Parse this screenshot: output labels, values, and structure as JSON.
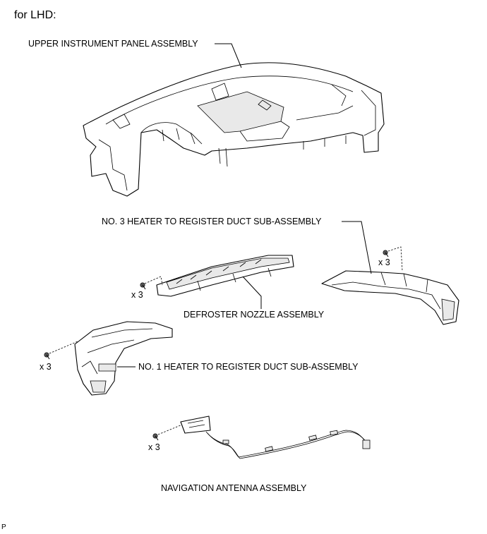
{
  "header": {
    "text": "for LHD:"
  },
  "labels": {
    "upper_panel": "UPPER INSTRUMENT PANEL ASSEMBLY",
    "no3_duct": "NO. 3 HEATER TO REGISTER DUCT SUB-ASSEMBLY",
    "defroster": "DEFROSTER NOZZLE ASSEMBLY",
    "no1_duct": "NO. 1 HEATER TO REGISTER DUCT SUB-ASSEMBLY",
    "nav_antenna": "NAVIGATION ANTENNA ASSEMBLY"
  },
  "quantities": {
    "no3_duct_screws": "x 3",
    "defroster_screws": "x 3",
    "no1_duct_screws": "x 3",
    "nav_antenna_screws": "x 3"
  },
  "footer": {
    "code": "P"
  }
}
